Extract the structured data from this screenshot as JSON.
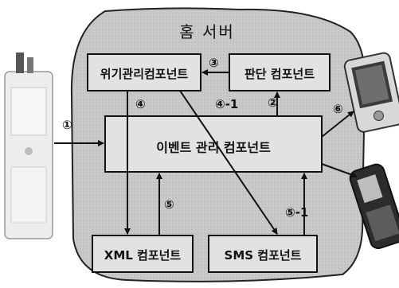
{
  "server": {
    "title": "홈 서버"
  },
  "components": {
    "risk": "위기관리컴포넌트",
    "judge": "판단 컴포넌트",
    "event": "이벤트 관리 컴포넌트",
    "xml": "XML 컴포넌트",
    "sms": "SMS 컴포넌트"
  },
  "steps": {
    "s1": "①",
    "s2": "②",
    "s3": "③",
    "s4": "④",
    "s4_1": "④-1",
    "s5": "⑤",
    "s5_1": "⑤-1",
    "s6": "⑥"
  },
  "colors": {
    "server_fill": "#c9c9c9",
    "box_fill": "#e2e2e2",
    "device_body": "#ececec",
    "pda_screen": "#3b3b3b",
    "phone_body": "#2c2c2c"
  }
}
